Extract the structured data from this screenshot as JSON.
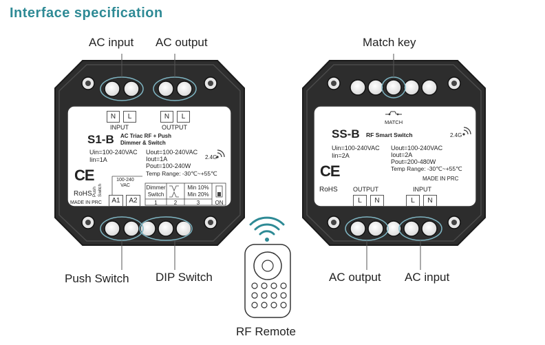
{
  "title": "Interface specification",
  "callouts": {
    "ac_input_left": "AC input",
    "ac_output_left": "AC output",
    "match_key": "Match key",
    "push_switch": "Push Switch",
    "dip_switch": "DIP Switch",
    "ac_output_right": "AC output",
    "ac_input_right": "AC input",
    "rf_remote": "RF Remote"
  },
  "s1b": {
    "terminal_input": [
      "N",
      "L"
    ],
    "terminal_output": [
      "N",
      "L"
    ],
    "input_label": "INPUT",
    "output_label": "OUTPUT",
    "model": "S1-B",
    "desc_line1": "AC Triac RF + Push",
    "desc_line2": "Dimmer & Switch",
    "uin": "Uin=100-240VAC",
    "iin": "Iin=1A",
    "uout": "Uout=100-240VAC",
    "iout": "Iout=1A",
    "pout": "Pout=100-240W",
    "temp": "Temp Range: -30℃~+55℃",
    "band": "2.4G",
    "ce": "CE",
    "rohs": "RoHS",
    "made_in": "MADE IN PRC",
    "push_switch_label": "Push Switch",
    "vac_label": "100-240 VAC",
    "a1": "A1",
    "a2": "A2",
    "dip_dimmer": "Dimmer",
    "dip_switch": "Switch",
    "dip_min10": "Min 10%",
    "dip_min20": "Min 20%",
    "dip_nums": [
      "1",
      "2",
      "3"
    ],
    "dip_on": "ON"
  },
  "ssb": {
    "match_label": "MATCH",
    "model": "SS-B",
    "desc": "RF Smart Switch",
    "band": "2.4G",
    "uin": "Uin=100-240VAC",
    "iin": "Iin=2A",
    "uout": "Uout=100-240VAC",
    "iout": "Iout=2A",
    "pout": "Pout=200-480W",
    "temp": "Temp Range: -30℃~+55℃",
    "made_in": "MADE IN PRC",
    "ce": "CE",
    "rohs": "RoHS",
    "output_label": "OUTPUT",
    "input_label": "INPUT",
    "terminal_output": [
      "L",
      "N"
    ],
    "terminal_input": [
      "L",
      "N"
    ]
  },
  "colors": {
    "title": "#2e8a95",
    "housing": "#2b2b2b",
    "callout_ellipse": "#7fb6c4"
  }
}
